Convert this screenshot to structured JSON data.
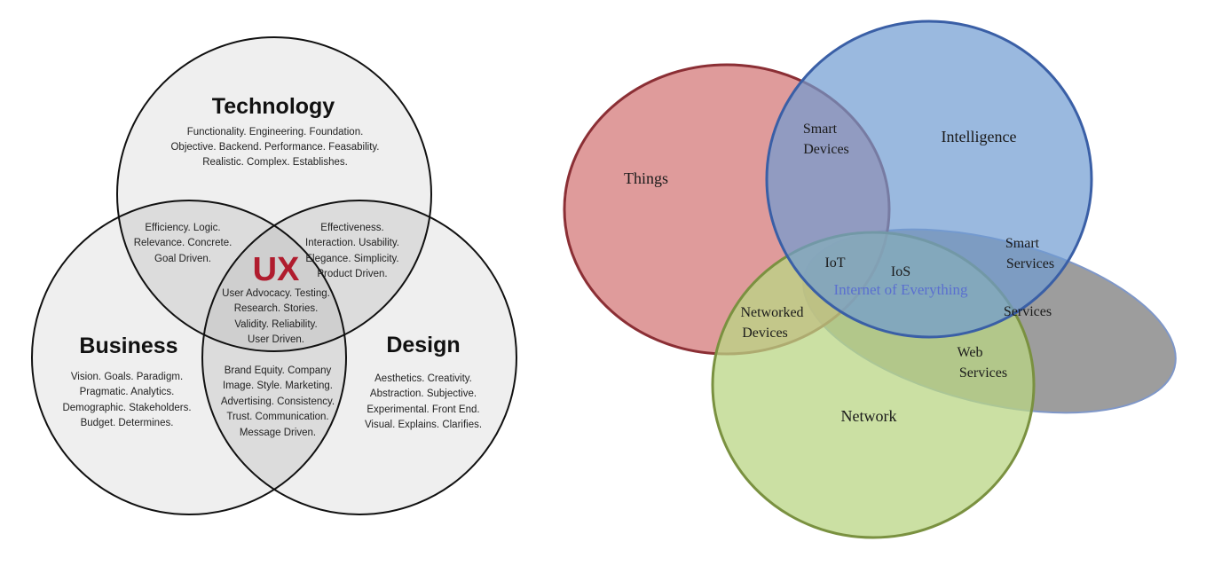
{
  "ux_diagram": {
    "center": {
      "title": "UX",
      "lines": [
        "User Advocacy. Testing.",
        "Research. Stories.",
        "Validity. Reliability.",
        "User Driven."
      ]
    },
    "technology": {
      "title": "Technology",
      "lines": [
        "Functionality. Engineering. Foundation.",
        "Objective. Backend. Performance. Feasability.",
        "Realistic. Complex. Establishes."
      ]
    },
    "business": {
      "title": "Business",
      "lines": [
        "Vision. Goals. Paradigm.",
        "Pragmatic.  Analytics.",
        "Demographic. Stakeholders.",
        "Budget.  Determines."
      ]
    },
    "design": {
      "title": "Design",
      "lines": [
        "Aesthetics. Creativity.",
        "Abstraction. Subjective.",
        "Experimental. Front End.",
        "Visual. Explains. Clarifies."
      ]
    },
    "tech_business": {
      "lines": [
        "Efficiency. Logic.",
        "Relevance. Concrete.",
        "Goal Driven."
      ]
    },
    "tech_design": {
      "lines": [
        "Effectiveness.",
        "Interaction. Usability.",
        "Elegance. Simplicity.",
        "Product Driven."
      ]
    },
    "business_design": {
      "lines": [
        "Brand Equity. Company",
        "Image. Style. Marketing.",
        "Advertising. Consistency.",
        "Trust. Communication.",
        "Message Driven."
      ]
    },
    "colors": {
      "accent": "#b01c2e",
      "fill": "#efefef",
      "overlap": "#dcdcdc",
      "center": "#cfcfcf"
    }
  },
  "ioe_diagram": {
    "things": "Things",
    "intelligence": "Intelligence",
    "network": "Network",
    "services": "Services",
    "smart_devices": [
      "Smart",
      "Devices"
    ],
    "smart_services": [
      "Smart",
      "Services"
    ],
    "networked_devices": [
      "Networked",
      "Devices"
    ],
    "web_services": [
      "Web",
      "Services"
    ],
    "iot": "IoT",
    "ios": "IoS",
    "ioe": "Internet of Everything",
    "colors": {
      "things": "#d47a7a",
      "intelligence": "#6f9bd1",
      "network": "#b9d584",
      "services": "#8c8c8c"
    }
  }
}
